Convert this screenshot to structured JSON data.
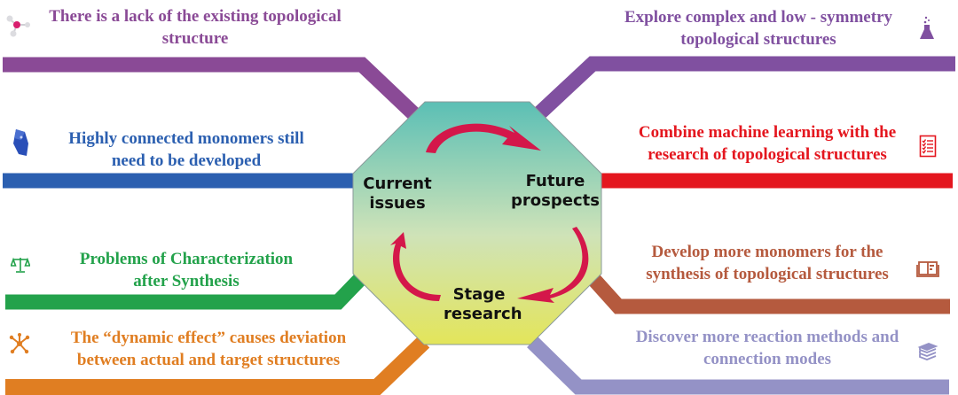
{
  "center": {
    "labels": {
      "current": "Current issues",
      "future": "Future prospects",
      "stage": "Stage research"
    },
    "colors": {
      "top": "#5bbfb5",
      "middle": "#cfe3b8",
      "bottom": "#e3e55a",
      "arrow": "#d4174a"
    }
  },
  "left_branches": [
    {
      "text_line1": "There is a lack of the existing topological",
      "text_line2": "structure",
      "color": "#8a4a96",
      "icon": "molecule-icon"
    },
    {
      "text_line1": "Highly connected monomers still",
      "text_line2": "need to be developed",
      "color": "#2b5fb0",
      "icon": "crystal-icon"
    },
    {
      "text_line1": "Problems of Characterization",
      "text_line2": "after Synthesis",
      "color": "#23a24b",
      "icon": "balance-scale-icon"
    },
    {
      "text_line1": "The “dynamic effect” causes deviation",
      "text_line2": "between actual and target structures",
      "color": "#e07e22",
      "icon": "network-node-icon"
    }
  ],
  "right_branches": [
    {
      "text_line1": "Explore complex and low - symmetry",
      "text_line2": "topological structures",
      "color": "#8050a0",
      "icon": "flask-icon"
    },
    {
      "text_line1": "Combine machine learning with the",
      "text_line2": "research of topological structures",
      "color": "#e4161e",
      "icon": "checklist-icon"
    },
    {
      "text_line1": "Develop more monomers for the",
      "text_line2": "synthesis of topological structures",
      "color": "#b55a3e",
      "icon": "open-book-icon"
    },
    {
      "text_line1": "Discover more reaction methods and",
      "text_line2": "connection modes",
      "color": "#9492c6",
      "icon": "book-stack-icon"
    }
  ]
}
